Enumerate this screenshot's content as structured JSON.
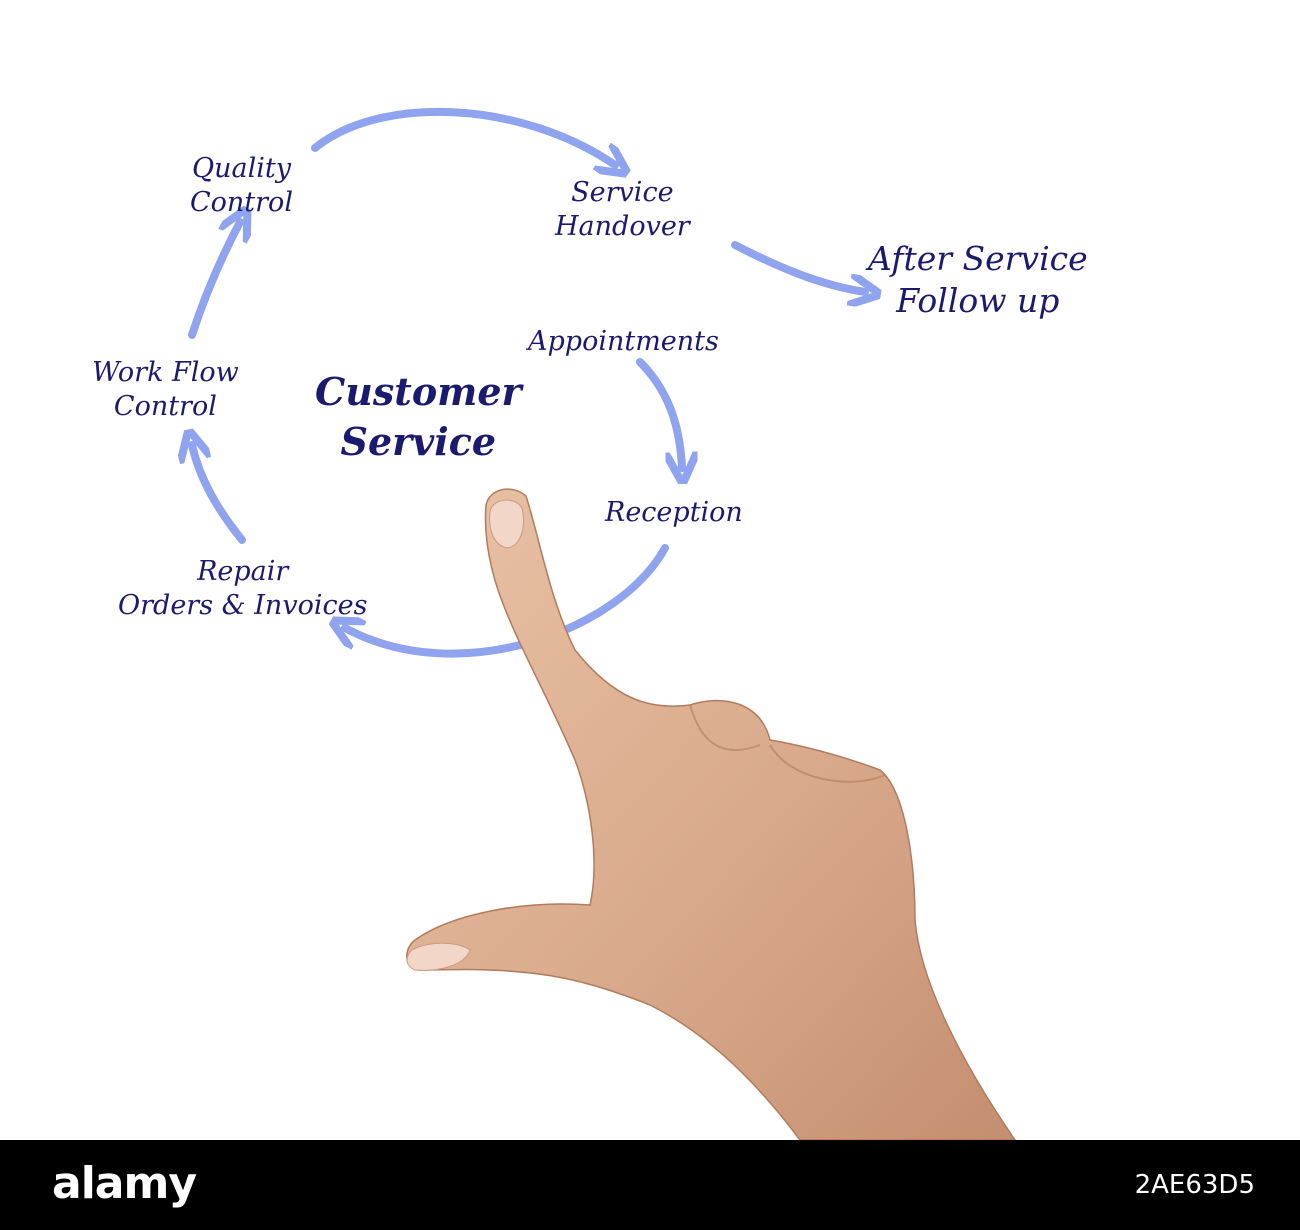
{
  "diagram": {
    "center": [
      "Customer",
      "Service"
    ],
    "nodes": {
      "quality_control": [
        "Quality",
        "Control"
      ],
      "service_handover": [
        "Service",
        "Handover"
      ],
      "after_service": [
        "After Service",
        "Follow up"
      ],
      "appointments": "Appointments",
      "work_flow_control": [
        "Work Flow",
        "Control"
      ],
      "reception": "Reception",
      "repair_orders": [
        "Repair",
        "Orders & Invoices"
      ]
    },
    "arrow_color": "#8fa3ee",
    "text_color": "#1a1a6e"
  },
  "watermark": {
    "logo": "alamy",
    "image_code": "2AE63D5"
  }
}
